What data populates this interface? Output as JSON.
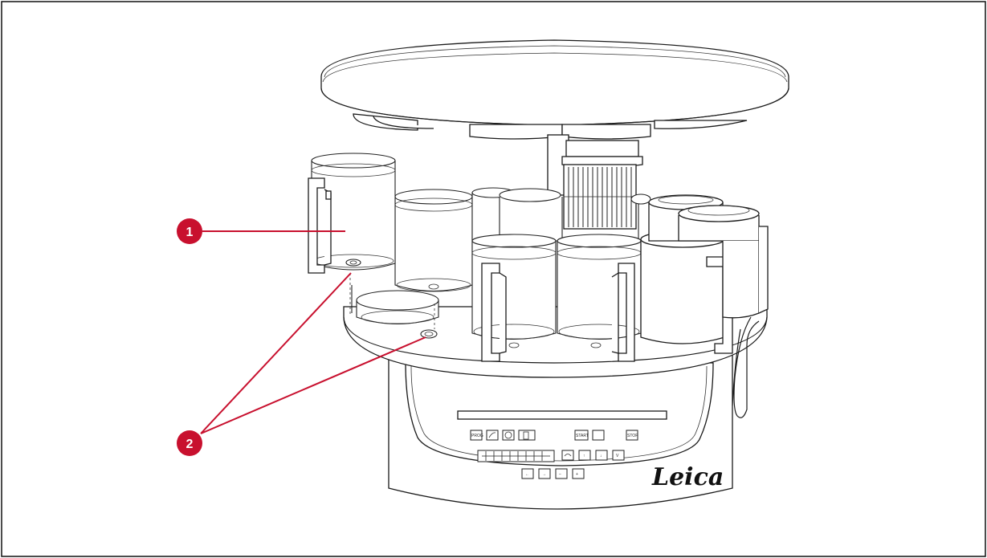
{
  "callouts": [
    {
      "label": "1"
    },
    {
      "label": "2"
    }
  ],
  "brand": {
    "logo_text": "Leica"
  },
  "control_panel": {
    "keys_row1": [
      "PROG",
      "",
      "",
      "",
      "START",
      "",
      "STOP"
    ],
    "keys_row2": [
      "",
      "↑",
      "↓",
      "V"
    ],
    "keys_row3": [
      "←",
      "→",
      "−",
      "+"
    ]
  },
  "colors": {
    "callout": "#c8102e",
    "line": "#1a1a1a"
  }
}
